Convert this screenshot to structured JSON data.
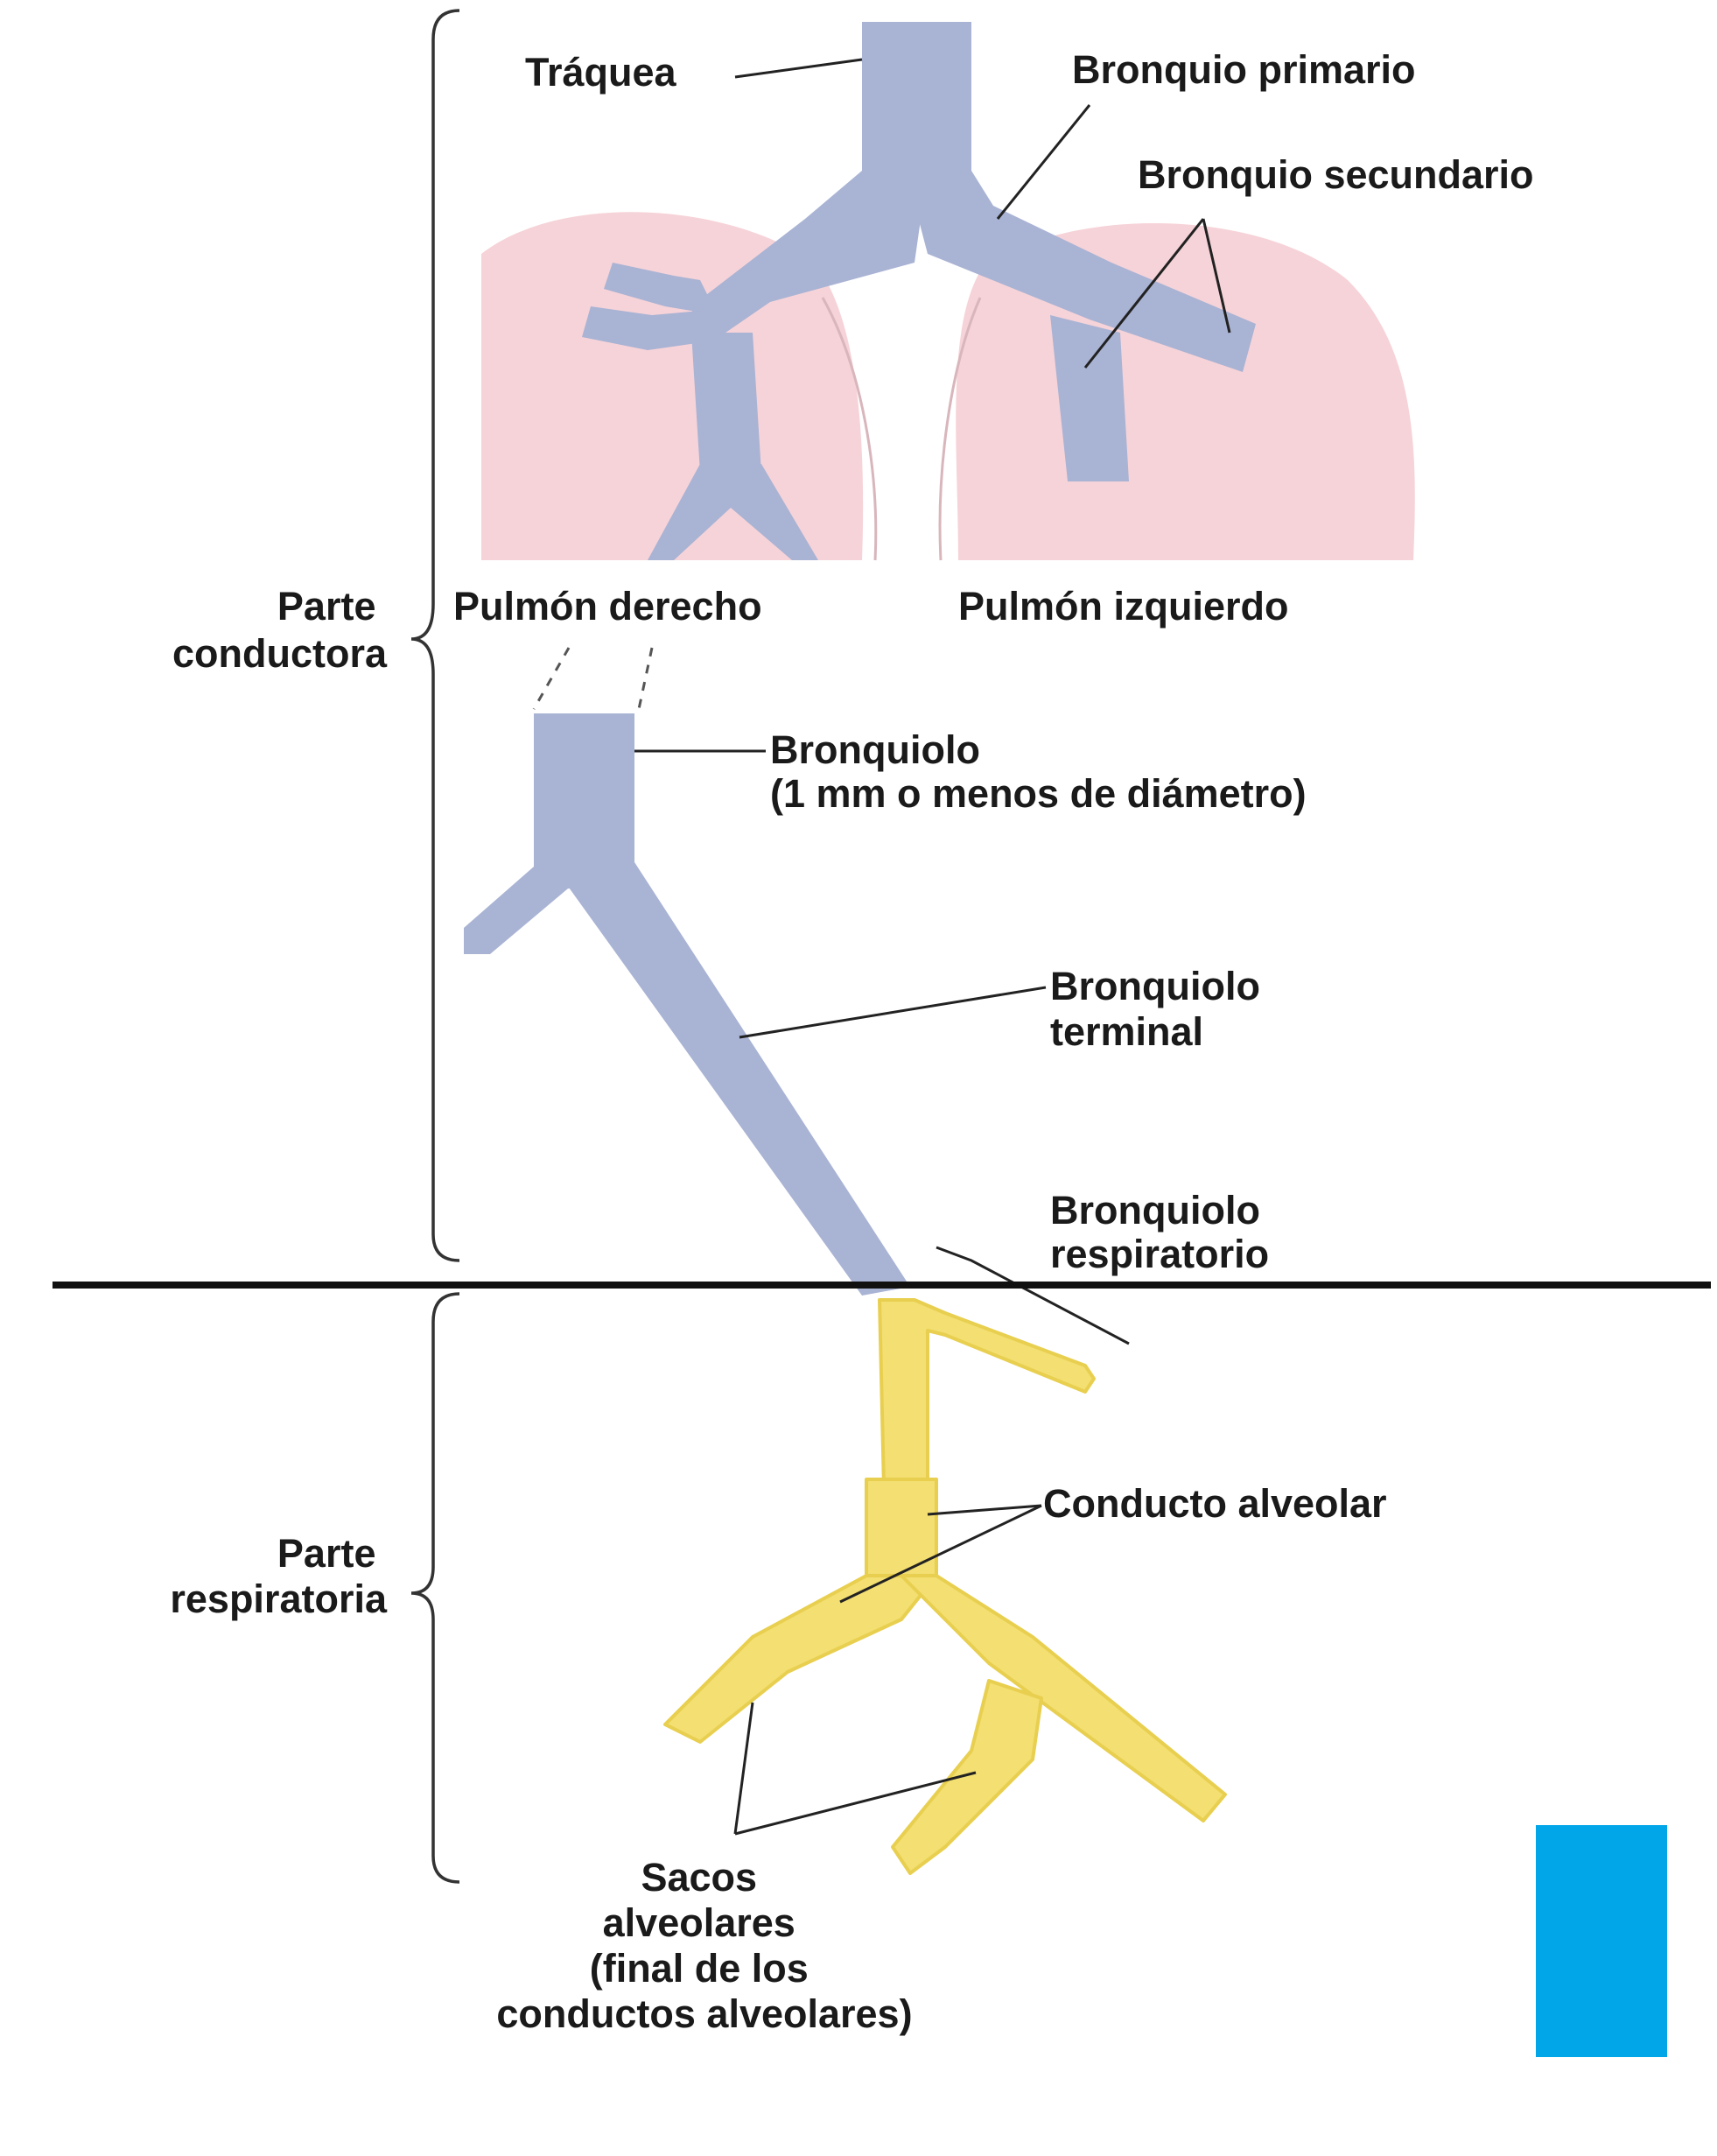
{
  "labels": {
    "traquea": "Tráquea",
    "bronquio_primario": "Bronquio primario",
    "bronquio_secundario": "Bronquio secundario",
    "pulmon_derecho": "Pulmón derecho",
    "pulmon_izquierdo": "Pulmón izquierdo",
    "parte_conductora": [
      "Parte",
      "conductora"
    ],
    "bronquiolo": [
      "Bronquiolo",
      "(1 mm o menos de diámetro)"
    ],
    "bronquiolo_terminal": [
      "Bronquiolo",
      "terminal"
    ],
    "bronquiolo_respiratorio": [
      "Bronquiolo",
      "respiratorio"
    ],
    "conducto_alveolar": "Conducto alveolar",
    "parte_respiratoria": [
      "Parte",
      "respiratoria"
    ],
    "sacos_alveolares": [
      "Sacos",
      "alveolares",
      "(final de los",
      "conductos alveolares)"
    ]
  },
  "colors": {
    "airway": "#a9b3d4",
    "lung": "#f6d3d8",
    "respiratory": "#f3df72",
    "corner_marker": "#00a6e8"
  }
}
